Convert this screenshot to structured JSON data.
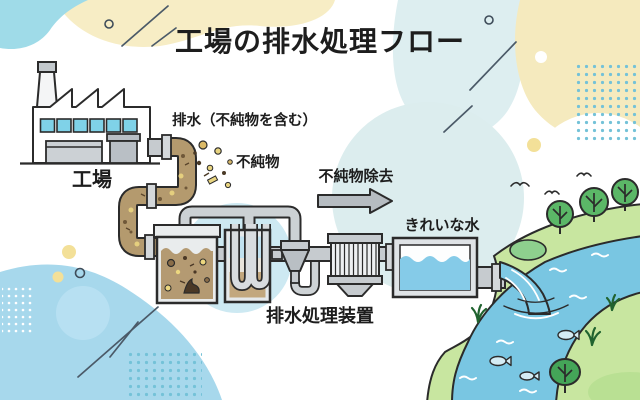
{
  "title": "工場の排水処理フロー",
  "labels": {
    "factory": "工場",
    "wastewater": "排水（不純物を含む）",
    "impurities": "不純物",
    "impurity_removal": "不純物除去",
    "treatment_device": "排水処理装置",
    "clean_water": "きれいな水"
  },
  "colors": {
    "outline": "#2b2b2b",
    "pipe_brown": "#b49a6e",
    "pipe_gray": "#c6cbcf",
    "sludge_brown": "#b49a72",
    "river_blue": "#79c6e2",
    "clean_water_blue": "#85cbe8",
    "hill_green": "#c8e6a0",
    "tree_green": "#5bb767",
    "blob_blue": "#a7d8ec",
    "blob_teal": "#dcedee",
    "blob_yellow": "#f7edc5",
    "window_cyan": "#7fd2e8"
  }
}
